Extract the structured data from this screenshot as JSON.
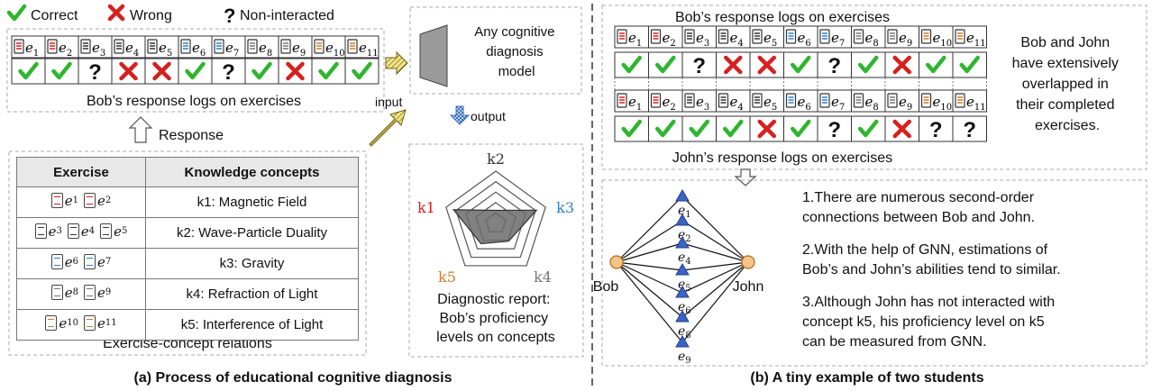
{
  "legend": {
    "correct": "Correct",
    "wrong": "Wrong",
    "non_interacted": "Non-interacted"
  },
  "colors": {
    "correct": "#2fb52f",
    "wrong": "#d62020",
    "k1": "#d62020",
    "k2": "#333333",
    "k3": "#2f7fc4",
    "k4": "#777777",
    "k5": "#d07a2a",
    "node_student": "#f6c48a",
    "node_exercise": "#3b64c6"
  },
  "exercise_labels": [
    "e1",
    "e2",
    "e3",
    "e4",
    "e5",
    "e6",
    "e7",
    "e8",
    "e9",
    "e10",
    "e11"
  ],
  "exercise_concepts": [
    "k1",
    "k1",
    "k2",
    "k2",
    "k2",
    "k3",
    "k3",
    "k4",
    "k4",
    "k5",
    "k5"
  ],
  "bob_responses": [
    "correct",
    "correct",
    "non",
    "wrong",
    "wrong",
    "correct",
    "non",
    "correct",
    "wrong",
    "correct",
    "correct"
  ],
  "john_responses": [
    "correct",
    "correct",
    "correct",
    "correct",
    "wrong",
    "correct",
    "non",
    "correct",
    "wrong",
    "non",
    "non"
  ],
  "panel_a": {
    "bob_logs_caption": "Bob’s response logs on exercises",
    "response_label": "Response",
    "input_label": "input",
    "model_label": [
      "Any cognitive",
      "diagnosis",
      "model"
    ],
    "output_label": "output",
    "table_headers": [
      "Exercise",
      "Knowledge concepts"
    ],
    "table_rows": [
      {
        "exercises": [
          "e1",
          "e2"
        ],
        "concept": "k1: Magnetic Field"
      },
      {
        "exercises": [
          "e3",
          "e4",
          "e5"
        ],
        "concept": "k2: Wave-Particle Duality"
      },
      {
        "exercises": [
          "e6",
          "e7"
        ],
        "concept": "k3: Gravity"
      },
      {
        "exercises": [
          "e8",
          "e9"
        ],
        "concept": "k4: Refraction of Light"
      },
      {
        "exercises": [
          "e10",
          "e11"
        ],
        "concept": "k5: Interference of Light"
      }
    ],
    "table_caption": "Exercise-concept relations",
    "radar_axes": [
      "k2",
      "k3",
      "k4",
      "k5",
      "k1"
    ],
    "radar_values": [
      0.25,
      0.82,
      0.42,
      0.48,
      0.85
    ],
    "report_text": [
      "Diagnostic report:",
      "Bob’s proficiency",
      "levels on concepts"
    ],
    "caption": "(a)  Process of educational cognitive diagnosis"
  },
  "panel_b": {
    "bob_title": "Bob’s response logs on exercises",
    "john_title": "John’s response logs on exercises",
    "overlap_note": [
      "Bob and John",
      "have extensively",
      "overlapped in",
      "their completed",
      "exercises."
    ],
    "graph_students": [
      "Bob",
      "John"
    ],
    "graph_exercises": [
      "e1",
      "e2",
      "e4",
      "e5",
      "e6",
      "e8",
      "e9"
    ],
    "notes": [
      [
        "1.There are numerous second-order",
        "connections between Bob and John."
      ],
      [
        "2.With the help of GNN, estimations of",
        "Bob’s and John’s abilities tend to similar."
      ],
      [
        "3.Although John has not interacted with",
        "concept k5, his proficiency level on k5",
        "can be measured from GNN."
      ]
    ],
    "caption": "(b) A tiny example of two students"
  }
}
